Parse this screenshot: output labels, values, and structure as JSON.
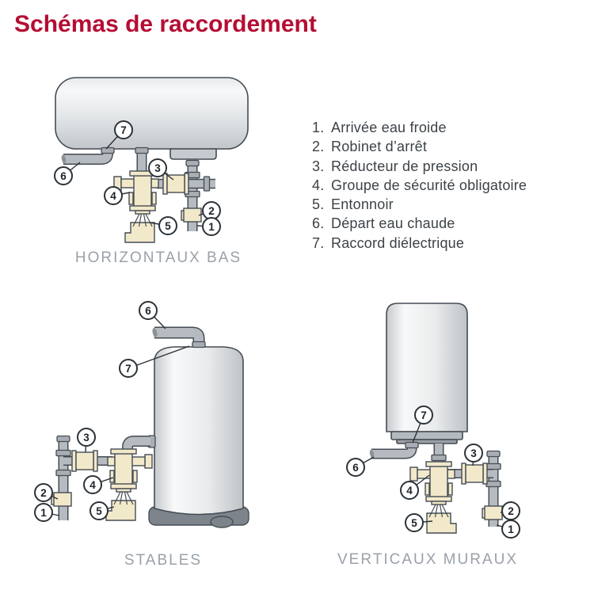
{
  "title": "Schémas de raccordement",
  "legend": {
    "items": [
      {
        "num": "1.",
        "label": "Arrivée eau froide"
      },
      {
        "num": "2.",
        "label": "Robinet d’arrêt"
      },
      {
        "num": "3.",
        "label": "Réducteur de pression"
      },
      {
        "num": "4.",
        "label": "Groupe de sécurité obligatoire"
      },
      {
        "num": "5.",
        "label": "Entonnoir"
      },
      {
        "num": "6.",
        "label": "Départ eau chaude"
      },
      {
        "num": "7.",
        "label": "Raccord diélectrique"
      }
    ]
  },
  "diagrams": {
    "horizontaux_bas": {
      "caption": "HORIZONTAUX BAS",
      "callouts": {
        "c1": "1",
        "c2": "2",
        "c3": "3",
        "c4": "4",
        "c5": "5",
        "c6": "6",
        "c7": "7"
      }
    },
    "stables": {
      "caption": "STABLES",
      "callouts": {
        "c1": "1",
        "c2": "2",
        "c3": "3",
        "c4": "4",
        "c5": "5",
        "c6": "6",
        "c7": "7"
      }
    },
    "verticaux_muraux": {
      "caption": "VERTICAUX MURAUX",
      "callouts": {
        "c1": "1",
        "c2": "2",
        "c3": "3",
        "c4": "4",
        "c5": "5",
        "c6": "6",
        "c7": "7"
      }
    }
  },
  "colors": {
    "title_red": "#b50d33",
    "legend_text": "#3c4247",
    "caption_gray": "#9aa1a9",
    "outline": "#454c53",
    "pipe_gray": "#b5bbc1",
    "brass_beige": "#f2e9cb",
    "tank_base_dark": "#7d848b",
    "background": "#ffffff"
  }
}
